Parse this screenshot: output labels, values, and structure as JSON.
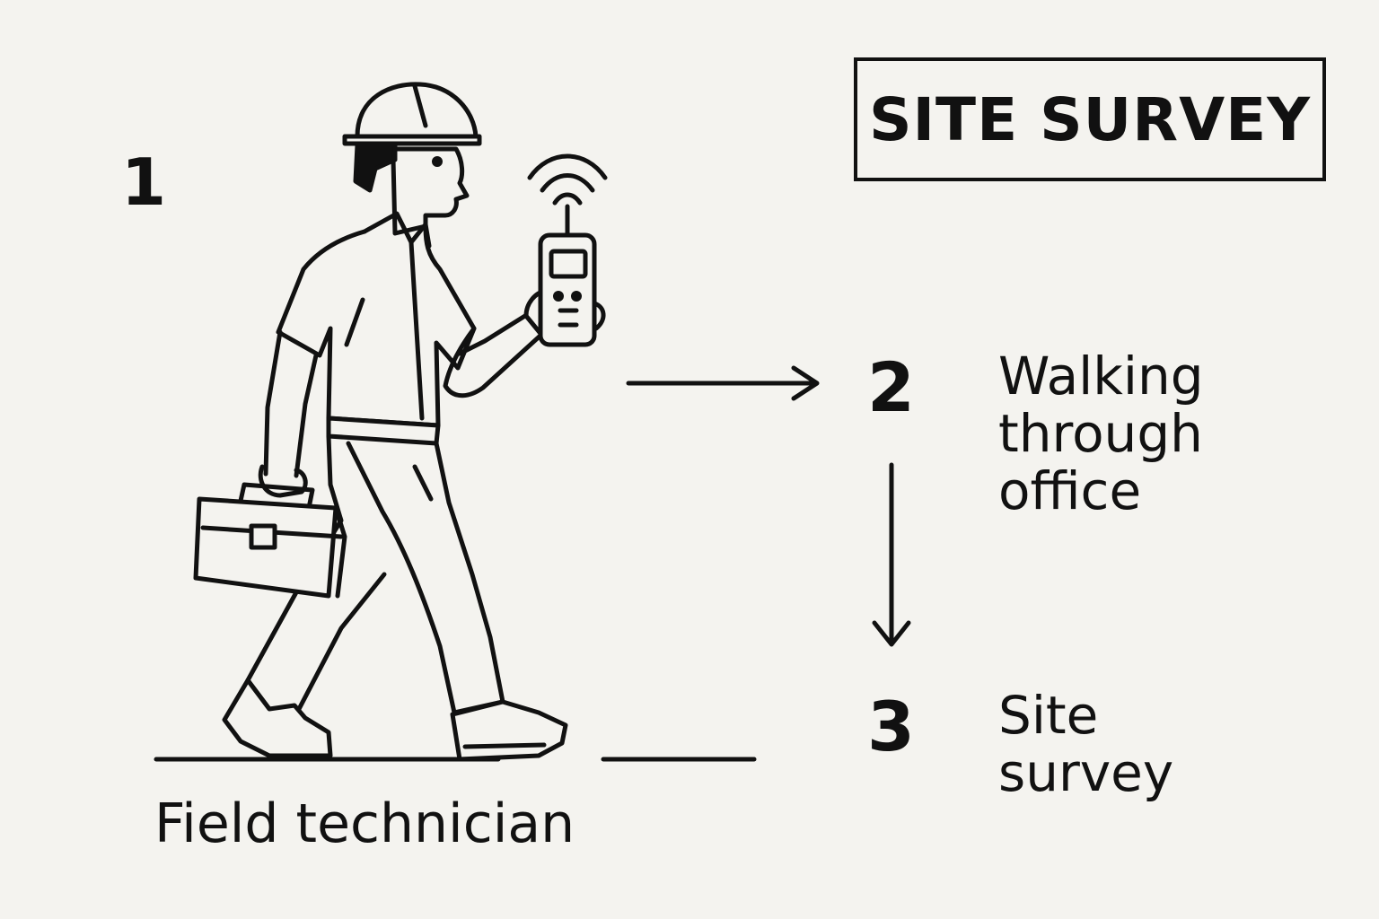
{
  "title": "SITE SURVEY",
  "steps": [
    {
      "number": "1",
      "label": "Field technician"
    },
    {
      "number": "2",
      "label": "Walking\nthrough\noffice"
    },
    {
      "number": "3",
      "label": "Site\nsurvey"
    }
  ],
  "colors": {
    "background": "#f4f3ef",
    "ink": "#111111"
  },
  "icons": [
    "technician-figure",
    "hard-hat-icon",
    "toolbox-icon",
    "signal-meter-icon",
    "wifi-signal-icon"
  ]
}
